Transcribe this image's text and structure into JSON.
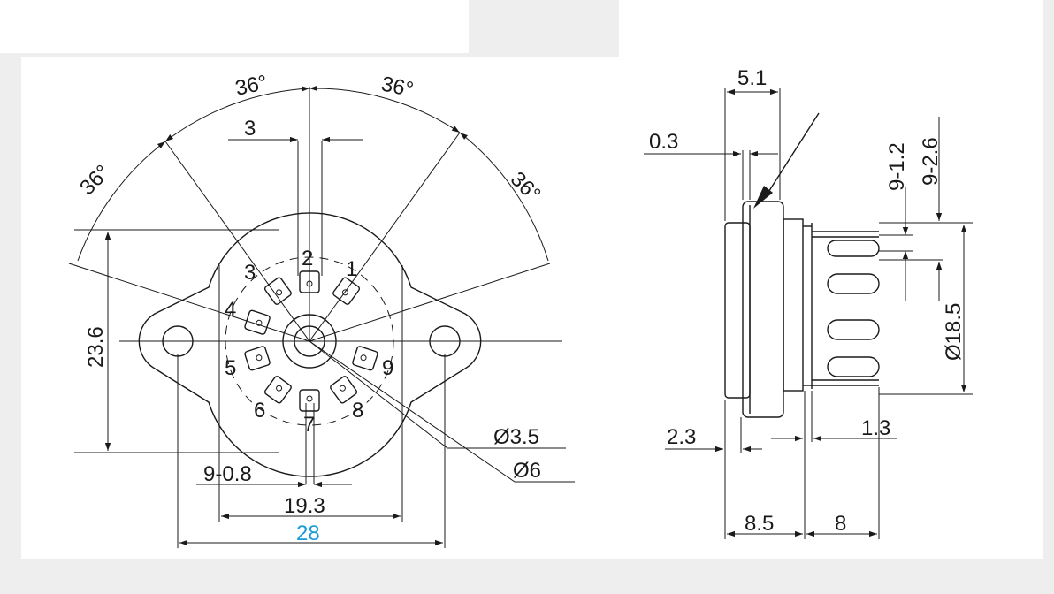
{
  "front_view": {
    "angles": [
      "36°",
      "36°",
      "36°",
      "36°"
    ],
    "pin_width": "3",
    "pins": [
      "1",
      "2",
      "3",
      "4",
      "5",
      "6",
      "7",
      "8",
      "9"
    ],
    "height": "23.6",
    "pin_thickness": "9-0.8",
    "pin_span": "19.3",
    "overall_width": "28",
    "small_hole": "Ø3.5",
    "large_hole": "Ø6"
  },
  "side_view": {
    "body_thickness": "5.1",
    "flange": "0.3",
    "slot_1": "9-1.2",
    "slot_2": "9-2.6",
    "diameter": "Ø18.5",
    "offset": "2.3",
    "terminal_gap": "1.3",
    "body_depth": "8.5",
    "terminal_length": "8"
  },
  "colors": {
    "line": "#1a1a1a",
    "highlight": "#1a9ad6",
    "background": "#eeeeee",
    "panel": "#ffffff"
  }
}
